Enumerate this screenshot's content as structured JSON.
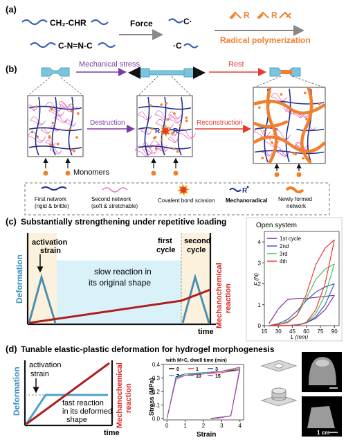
{
  "colors": {
    "blue": "#3a5fb4",
    "orange": "#f07f2e",
    "purple": "#7b3aa8",
    "red": "#e53b2f",
    "teal": "#4aa3c8",
    "darkred": "#b01d1d",
    "pink": "#e46bbf",
    "navy": "#1f2f8a",
    "lightblue_bg": "#d9f1f8",
    "cream_bg": "#fbf1dc"
  },
  "panel_a": {
    "label": "(a)",
    "reactant1": "CH₂-CHR",
    "reactant2": "C-N=N-C",
    "force": "Force",
    "radical_poly": "Radical polymerization",
    "r1": "R",
    "r2": "R"
  },
  "panel_b": {
    "label": "(b)",
    "mech_stress": "Mechanical stress",
    "rest": "Rest",
    "destruction": "Destruction",
    "reconstruction": "Reconstruction",
    "monomers": "Monomers",
    "radical_r1": "R",
    "radical_r2": "R",
    "legend": [
      {
        "line1": "First network",
        "line2": "(rigid & brittle)"
      },
      {
        "line1": "Second network",
        "line2": "(soft & stretchable)"
      },
      {
        "line1": "Covalent bond scission",
        "line2": ""
      },
      {
        "line1": "Mechanoradical",
        "line2": ""
      },
      {
        "line1": "Newly formed",
        "line2": "network"
      }
    ],
    "legend_radical": "R"
  },
  "panel_c": {
    "label": "(c)",
    "title": "Substantially strengthening under repetitive loading",
    "deformation": "Deformation",
    "mechanochemical": "Mechanochemical",
    "reaction": "reaction",
    "activation": "activation",
    "strain": "strain",
    "first": "first",
    "cycle1": "cycle",
    "second": "second",
    "cycle2": "cycle",
    "slow1": "slow reaction in",
    "slow2": "its original shape",
    "time": "time"
  },
  "chart_c": {
    "open_system": "Open system",
    "legend": [
      "1st cycle",
      "2nd",
      "3rd",
      "4th"
    ],
    "ylabel": "F (N)",
    "xlabel": "L (mm)",
    "xticks": [
      "15",
      "30",
      "45",
      "60",
      "75",
      "90"
    ],
    "yticks": [
      "0",
      "1",
      "2",
      "3",
      "4"
    ]
  },
  "chart_data": [
    {
      "type": "line",
      "title": "Open system",
      "xlabel": "L (mm)",
      "ylabel": "F (N)",
      "xlim": [
        15,
        95
      ],
      "ylim": [
        0,
        4.5
      ],
      "series": [
        {
          "name": "1st cycle",
          "color": "#7b2d8f",
          "x": [
            20,
            30,
            40,
            50,
            60,
            70,
            80,
            90
          ],
          "y": [
            0.1,
            0.8,
            1.25,
            1.3,
            1.3,
            1.35,
            1.4,
            1.45
          ]
        },
        {
          "name": "2nd",
          "color": "#3a5fb4",
          "x": [
            20,
            30,
            40,
            50,
            60,
            70,
            80,
            90
          ],
          "y": [
            0.0,
            0.1,
            0.3,
            0.7,
            1.2,
            1.6,
            1.85,
            2.0
          ]
        },
        {
          "name": "3rd",
          "color": "#4dba6b",
          "x": [
            20,
            30,
            40,
            50,
            60,
            70,
            80,
            90
          ],
          "y": [
            0.0,
            0.05,
            0.2,
            0.5,
            1.3,
            2.2,
            2.7,
            2.95
          ]
        },
        {
          "name": "4th",
          "color": "#e53b2f",
          "x": [
            20,
            30,
            40,
            50,
            60,
            70,
            80,
            90
          ],
          "y": [
            0.0,
            0.05,
            0.15,
            0.5,
            1.5,
            2.9,
            3.7,
            4.1
          ]
        }
      ]
    },
    {
      "type": "line",
      "title": "with M+C, dwell time (min)",
      "xlabel": "Strain",
      "ylabel": "Stress (MPa)",
      "xlim": [
        -0.2,
        4.2
      ],
      "ylim": [
        -0.01,
        0.4
      ],
      "series": [
        {
          "name": "0",
          "color": "#111111",
          "x": [
            0,
            0.5,
            1,
            2,
            3,
            4
          ],
          "y": [
            0,
            0.31,
            0.33,
            0.34,
            0.35,
            0.36
          ]
        },
        {
          "name": "1",
          "color": "#e53b2f",
          "x": [
            0,
            0.5,
            1,
            2,
            3,
            4
          ],
          "y": [
            0,
            0.3,
            0.32,
            0.33,
            0.34,
            0.36
          ]
        },
        {
          "name": "3",
          "color": "#2c3fb0",
          "x": [
            0,
            0.5,
            1,
            2,
            3,
            4
          ],
          "y": [
            0,
            0.31,
            0.33,
            0.33,
            0.35,
            0.37
          ]
        },
        {
          "name": "7",
          "color": "#4aa3c8",
          "x": [
            0,
            0.5,
            1,
            2,
            3,
            4
          ],
          "y": [
            0,
            0.3,
            0.32,
            0.34,
            0.35,
            0.37
          ]
        },
        {
          "name": "10",
          "color": "#4dba6b",
          "x": [
            0,
            0.5,
            1,
            2,
            3,
            4
          ],
          "y": [
            0,
            0.3,
            0.33,
            0.34,
            0.35,
            0.37
          ]
        },
        {
          "name": "15",
          "color": "#c040c0",
          "x": [
            0,
            0.5,
            1,
            2,
            3,
            4
          ],
          "y": [
            0,
            0.29,
            0.32,
            0.33,
            0.35,
            0.38
          ]
        }
      ]
    }
  ],
  "panel_d": {
    "label": "(d)",
    "title": "Tunable elastic-plastic deformation for hydrogel morphogenesis",
    "deformation": "Deformation",
    "mechanochemical": "Mechanochemical",
    "reaction": "reaction",
    "activation": "activation",
    "strain": "strain",
    "fast1": "fast reaction",
    "fast2": "in its deformed",
    "fast3": "shape",
    "time": "time",
    "scale": "1 cm"
  },
  "chart_d": {
    "legend_title": "with M+C, dwell time (min)",
    "legend": [
      "0",
      "1",
      "3",
      "7",
      "10",
      "15"
    ],
    "ylabel": "Stress (MPa)",
    "xlabel": "Strain",
    "xticks": [
      "0",
      "1",
      "2",
      "3",
      "4"
    ],
    "yticks": [
      "0.0",
      "0.1",
      "0.2",
      "0.3",
      "0.4"
    ]
  }
}
